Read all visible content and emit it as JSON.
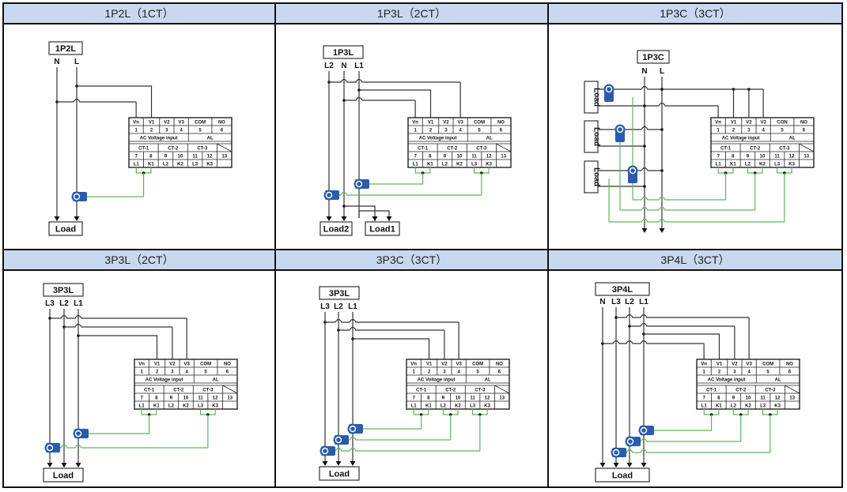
{
  "panels": [
    {
      "title": "1P2L（1CT）",
      "label": "1P2L",
      "lines": [
        "N",
        "L"
      ],
      "loads": [
        "Load"
      ],
      "com_label": "COM"
    },
    {
      "title": "1P3L（2CT）",
      "label": "1P3L",
      "lines": [
        "L2",
        "N",
        "L1"
      ],
      "loads": [
        "Load2",
        "Load1"
      ],
      "com_label": "COM"
    },
    {
      "title": "1P3C（3CT）",
      "label": "1P3C",
      "lines": [
        "N",
        "L"
      ],
      "loads": [
        "Load",
        "Load",
        "Load"
      ],
      "com_label": "CON"
    },
    {
      "title": "3P3L（2CT）",
      "label": "3P3L",
      "lines": [
        "L3",
        "L2",
        "L1"
      ],
      "loads": [
        "Load"
      ],
      "com_label": "COM"
    },
    {
      "title": "3P3C（3CT）",
      "label": "3P3L",
      "lines": [
        "L3",
        "L2",
        "L1"
      ],
      "loads": [
        "Load"
      ],
      "com_label": "COM"
    },
    {
      "title": "3P4L（3CT）",
      "label": "3P4L",
      "lines": [
        "N",
        "L3",
        "L2",
        "L1"
      ],
      "loads": [
        "Load"
      ],
      "com_label": "COM"
    }
  ],
  "terminal_block": {
    "row1": [
      "Vn",
      "V1",
      "V2",
      "V3",
      "COM",
      "NO"
    ],
    "row2": [
      "1",
      "2",
      "3",
      "4",
      "5",
      "6"
    ],
    "row3": [
      "AC Voltage input",
      "AL"
    ],
    "ct_groups": [
      "CT-1",
      "CT-2",
      "CT-3"
    ],
    "row5": [
      "7",
      "8",
      "9",
      "10",
      "11",
      "12",
      "13"
    ],
    "row6": [
      "L1",
      "K1",
      "L2",
      "K2",
      "L3",
      "K3",
      ""
    ]
  },
  "colors": {
    "header_bg": "#c8d8ee",
    "wire": "#333333",
    "ct_wire": "#5cb85c",
    "ct_body": "#2a5caa",
    "border": "#111111"
  }
}
